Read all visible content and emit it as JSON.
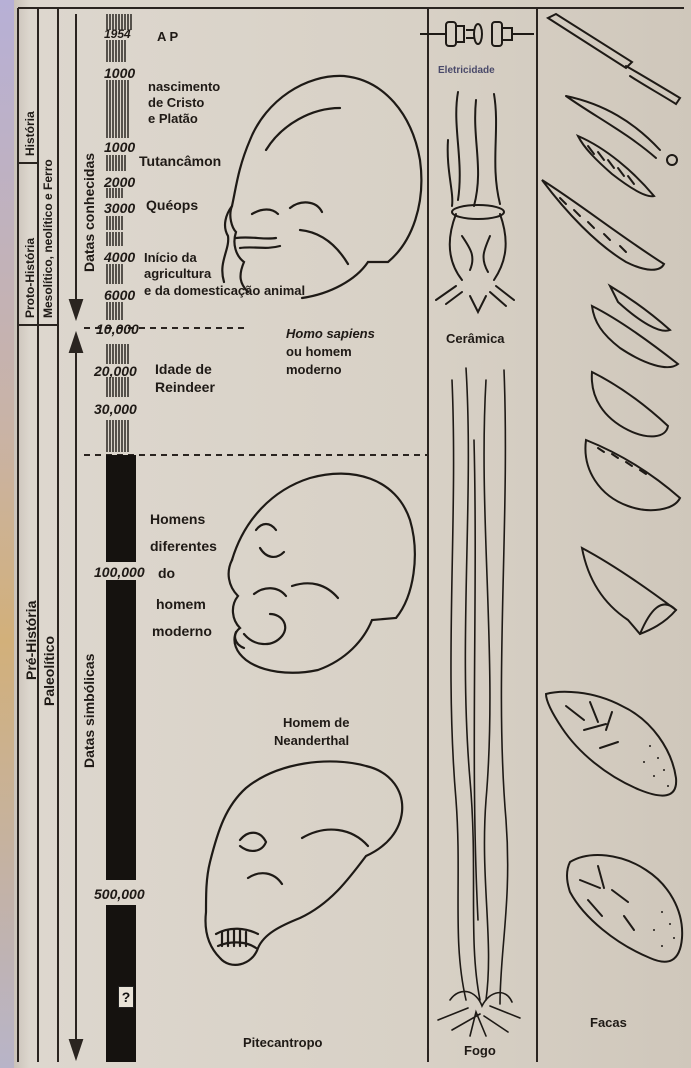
{
  "eras": {
    "historia": "História",
    "proto_historia": "Proto-História",
    "pre_historia": "Pré-História",
    "mesolitico": "Mesolítico, neolítico e Ferro",
    "paleolitico": "Paleolítico",
    "datas_conhecidas": "Datas conhecidas",
    "datas_simbolicas": "Datas simbólicas"
  },
  "dates": {
    "d1954": "1954",
    "ap": "A P",
    "d1000a": "1000",
    "d1000b": "1000",
    "d2000": "2000",
    "d3000": "3000",
    "d4000": "4000",
    "d6000": "6000",
    "d10000": "10,000",
    "d20000": "20,000",
    "d30000": "30,000",
    "d100000": "100,000",
    "d500000": "500,000",
    "unknown": "?"
  },
  "events": {
    "cristo1": "nascimento",
    "cristo2": "de Cristo",
    "cristo3": "e Platão",
    "tutancamon": "Tutancâmon",
    "queops": "Quéops",
    "inicio1": "Início da",
    "inicio2": "agricultura",
    "inicio3": "e da domesticação animal",
    "reindeer1": "Idade de",
    "reindeer2": "Reindeer",
    "homens1": "Homens",
    "homens2": "diferentes",
    "homens3": "do",
    "homens4": "homem",
    "homens5": "moderno"
  },
  "species": {
    "sapiens1": "Homo sapiens",
    "sapiens2": "ou homem",
    "sapiens3": "moderno",
    "neander1": "Homem de",
    "neander2": "Neanderthal",
    "pitecantropo": "Pitecantropo"
  },
  "tech": {
    "eletricidade": "Eletricidade",
    "ceramica": "Cerâmica",
    "fogo": "Fogo",
    "facas": "Facas"
  }
}
